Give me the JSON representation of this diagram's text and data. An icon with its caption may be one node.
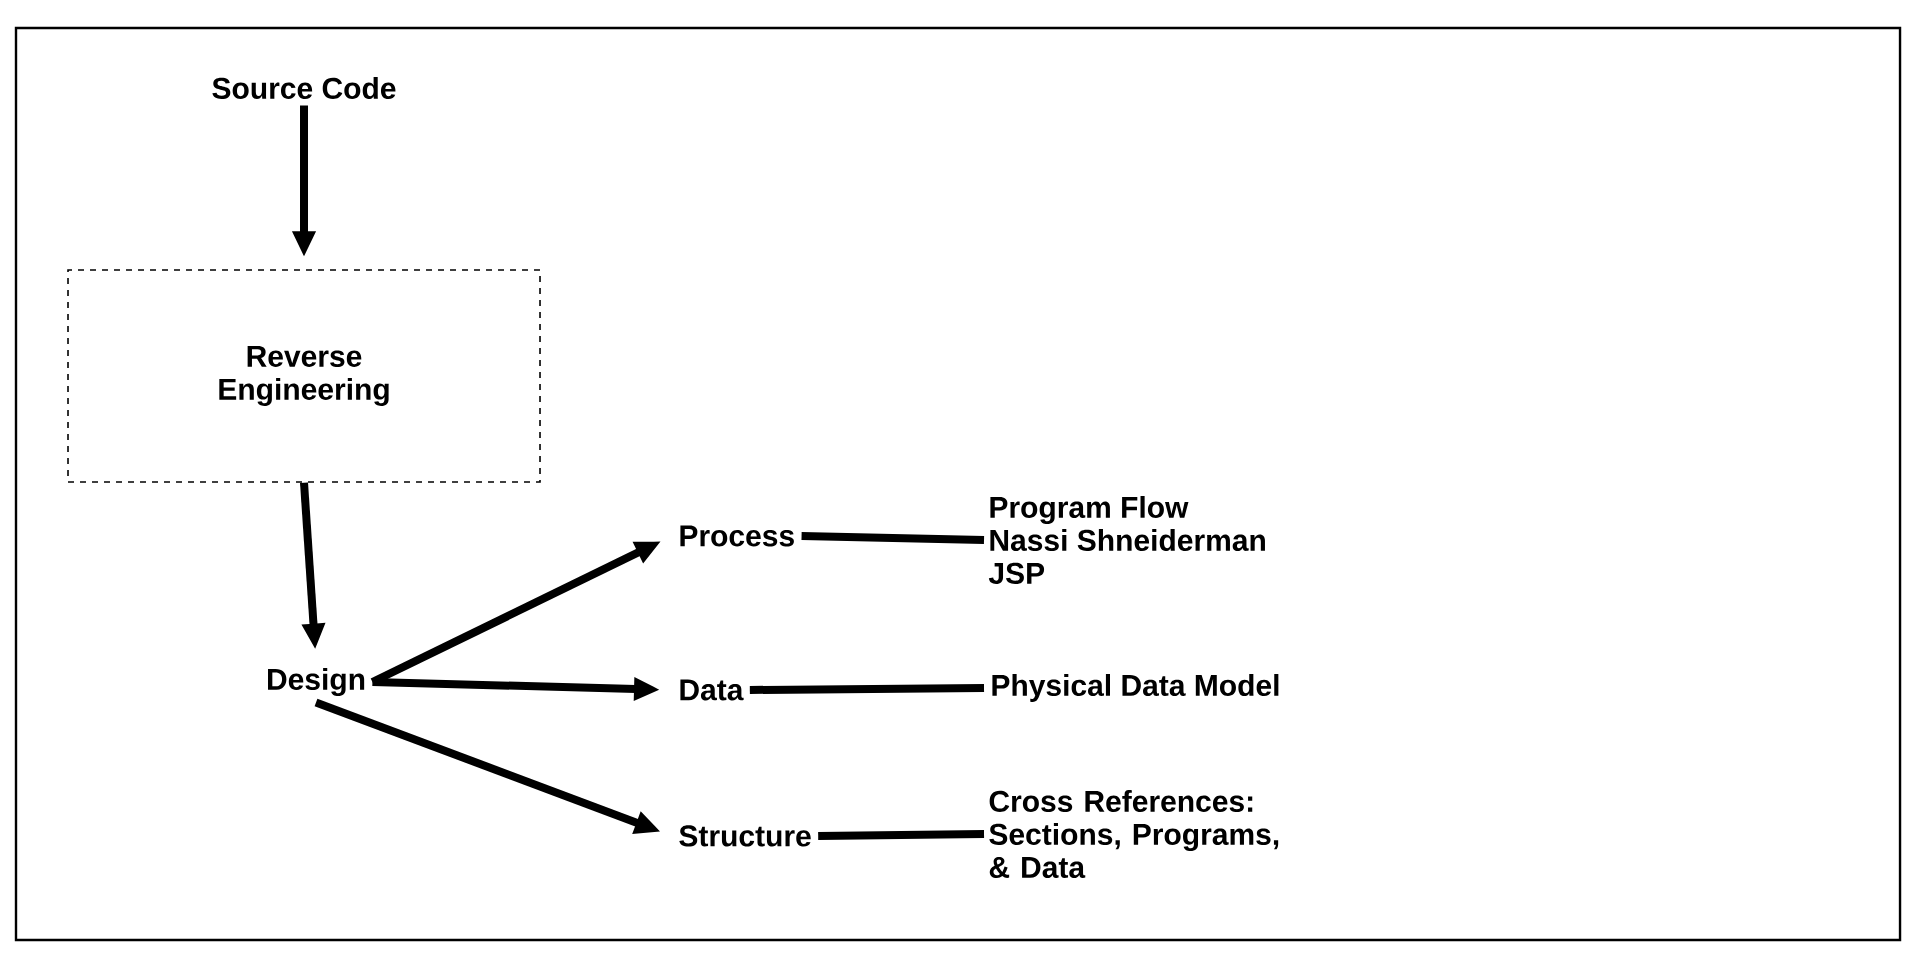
{
  "diagram": {
    "nodes": [
      {
        "text": [
          "Source Code"
        ]
      },
      {
        "text": [
          "Reverse Engineering"
        ]
      },
      {
        "text": [
          "Design"
        ]
      },
      {
        "text": [
          "Process"
        ]
      },
      {
        "text": [
          "Data"
        ]
      },
      {
        "text": [
          "Structure"
        ]
      },
      {
        "text": [
          "Program Flow",
          "Nassi Shneiderman",
          "JSP"
        ]
      },
      {
        "text": [
          "Physical Data Model"
        ]
      },
      {
        "text": [
          "Cross References: Sections, Programs, & Data"
        ]
      }
    ],
    "edges": [
      {
        "from": 0,
        "to": 1,
        "arrow": "to"
      },
      {
        "from": 1,
        "to": 2,
        "arrow": "to"
      },
      {
        "from": 2,
        "to": 3,
        "arrow": "to"
      },
      {
        "from": 2,
        "to": 4,
        "arrow": "to"
      },
      {
        "from": 2,
        "to": 5,
        "arrow": "to"
      },
      {
        "from": 3,
        "to": 6,
        "arrow": "none"
      },
      {
        "from": 4,
        "to": 7,
        "arrow": "none"
      },
      {
        "from": 5,
        "to": 8,
        "arrow": "none"
      }
    ]
  }
}
